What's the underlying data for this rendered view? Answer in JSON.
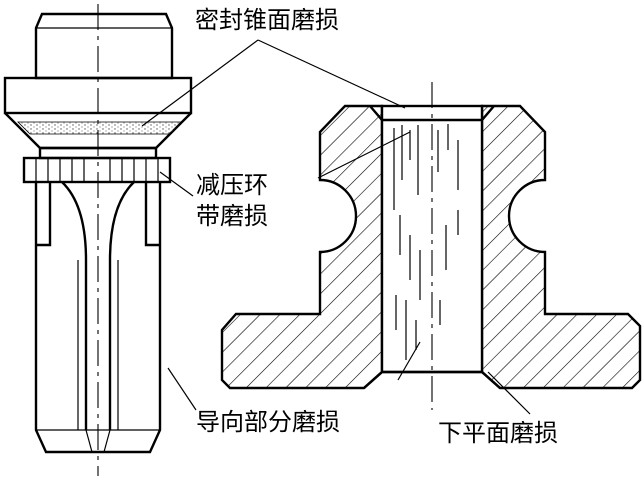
{
  "labels": {
    "seal_cone_wear": "密封锥面磨损",
    "relief_ring_line1": "减压环",
    "relief_ring_line2": "带磨损",
    "guide_wear": "导向部分磨损",
    "lower_face_wear": "下平面磨损"
  },
  "colors": {
    "ink": "#000000",
    "background": "#ffffff",
    "stipple": "#888888"
  }
}
